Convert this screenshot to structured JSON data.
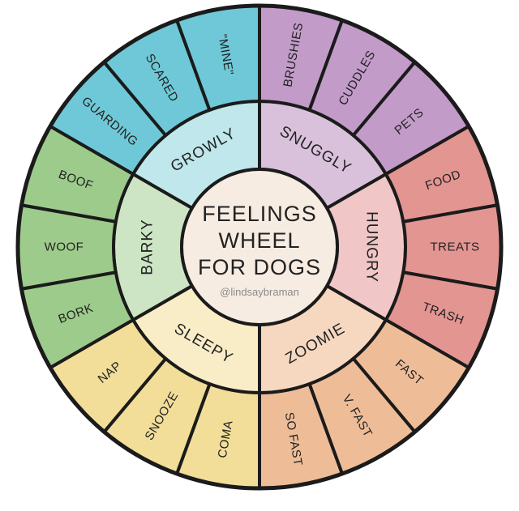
{
  "center": {
    "title_lines": [
      "FEELINGS",
      "WHEEL",
      "FOR DOGS"
    ],
    "credit": "@lindsaybraman",
    "color": "#f7ece2"
  },
  "emotions": [
    {
      "label": "GROWLY",
      "inner_color": "#bfe7ec",
      "outer_color": "#6fc8d7",
      "sub": [
        "GUARDING",
        "SCARED",
        "\"MINE\""
      ]
    },
    {
      "label": "SNUGGLY",
      "inner_color": "#d9c1dc",
      "outer_color": "#c29bc9",
      "sub": [
        "BRUSHIES",
        "CUDDLES",
        "PETS"
      ]
    },
    {
      "label": "HUNGRY",
      "inner_color": "#f0c6c6",
      "outer_color": "#e39592",
      "sub": [
        "FOOD",
        "TREATS",
        "TRASH"
      ]
    },
    {
      "label": "ZOOMIE",
      "inner_color": "#f6d8c0",
      "outer_color": "#eebd98",
      "sub": [
        "FAST",
        "V. FAST",
        "SO FAST"
      ]
    },
    {
      "label": "SLEEPY",
      "inner_color": "#f8edc6",
      "outer_color": "#f2de99",
      "sub": [
        "COMA",
        "SNOOZE",
        "NAP"
      ]
    },
    {
      "label": "BARKY",
      "inner_color": "#cde5c4",
      "outer_color": "#9dcb8b",
      "sub": [
        "BORK",
        "WOOF",
        "BOOF"
      ]
    }
  ]
}
